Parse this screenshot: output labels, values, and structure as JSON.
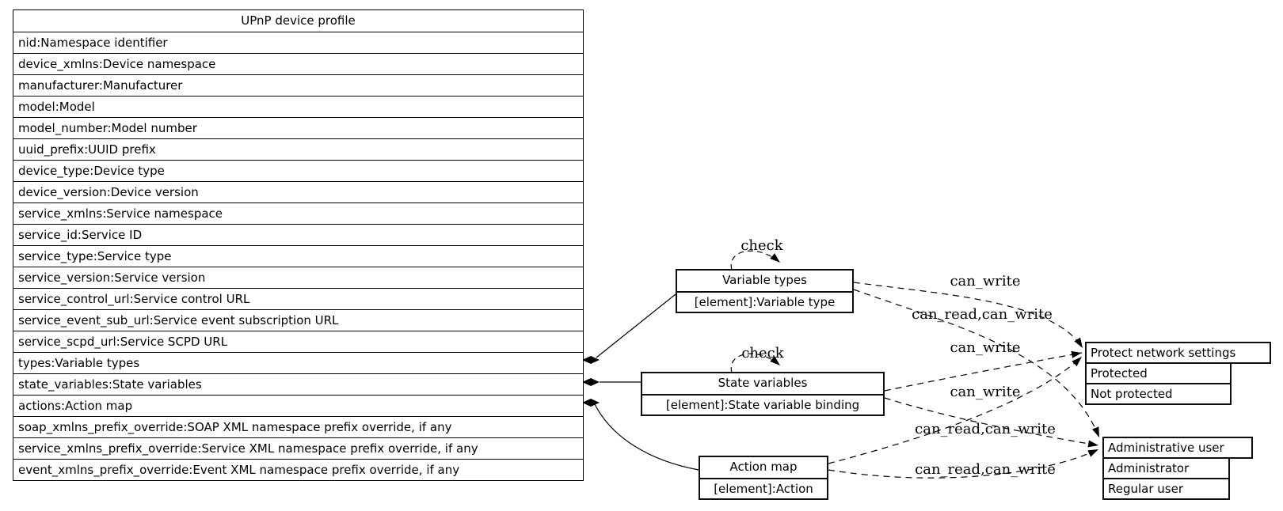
{
  "diagram": {
    "profile_table": {
      "title": "UPnP device profile",
      "rows": [
        "nid:Namespace identifier",
        "device_xmlns:Device namespace",
        "manufacturer:Manufacturer",
        "model:Model",
        "model_number:Model number",
        "uuid_prefix:UUID prefix",
        "device_type:Device type",
        "device_version:Device version",
        "service_xmlns:Service namespace",
        "service_id:Service ID",
        "service_type:Service type",
        "service_version:Service version",
        "service_control_url:Service control URL",
        "service_event_sub_url:Service event subscription URL",
        "service_scpd_url:Service SCPD URL",
        "types:Variable types",
        "state_variables:State variables",
        "actions:Action map",
        "soap_xmlns_prefix_override:SOAP XML namespace prefix override, if any",
        "service_xmlns_prefix_override:Service XML namespace prefix override, if any",
        "event_xmlns_prefix_override:Event XML namespace prefix override, if any"
      ]
    },
    "nodes": {
      "variable_types": {
        "title": "Variable types",
        "rows": [
          "[element]:Variable type"
        ]
      },
      "state_variables": {
        "title": "State variables",
        "rows": [
          "[element]:State variable binding"
        ]
      },
      "action_map": {
        "title": "Action map",
        "rows": [
          "[element]:Action"
        ]
      },
      "protect_network_settings": {
        "title": "Protect network settings",
        "rows": [
          "Protected",
          "Not protected"
        ]
      },
      "administrative_user": {
        "title": "Administrative user",
        "rows": [
          "Administrator",
          "Regular user"
        ]
      }
    },
    "edges": [
      {
        "from": "profile_table.types",
        "to": "variable_types",
        "label": "",
        "style": "solid-diamond"
      },
      {
        "from": "profile_table.state_variables",
        "to": "state_variables",
        "label": "",
        "style": "solid-diamond"
      },
      {
        "from": "profile_table.actions",
        "to": "action_map",
        "label": "",
        "style": "solid-diamond"
      },
      {
        "from": "variable_types",
        "to": "variable_types",
        "label": "check",
        "style": "dashed-self-loop"
      },
      {
        "from": "state_variables",
        "to": "state_variables",
        "label": "check",
        "style": "dashed-self-loop"
      },
      {
        "from": "variable_types",
        "to": "protect_network_settings",
        "label": "can_write",
        "style": "dashed"
      },
      {
        "from": "variable_types",
        "to": "administrative_user",
        "label": "can_read,can_write",
        "style": "dashed"
      },
      {
        "from": "state_variables",
        "to": "protect_network_settings",
        "label": "can_write",
        "style": "dashed"
      },
      {
        "from": "state_variables",
        "to": "administrative_user",
        "label": "can_read,can_write",
        "style": "dashed"
      },
      {
        "from": "action_map",
        "to": "protect_network_settings",
        "label": "can_write",
        "style": "dashed"
      },
      {
        "from": "action_map",
        "to": "administrative_user",
        "label": "can_read,can_write",
        "style": "dashed"
      }
    ],
    "colors": {
      "line": "#000000",
      "box_border": "#0d0d0d",
      "background": "#ffffff",
      "text": "#000000"
    }
  }
}
